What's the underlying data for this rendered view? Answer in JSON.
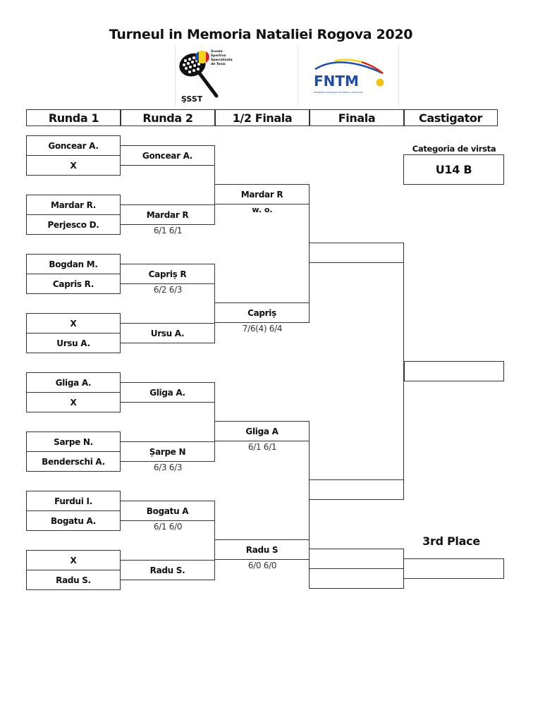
{
  "document": {
    "title": "Turneul in Memoria Nataliei Rogova 2020",
    "logos": {
      "left": {
        "name": "ssst-logo",
        "abbr": "ŞSST",
        "text_lines": [
          "Scoala",
          "Sportiva",
          "Specializata",
          "de Tenis"
        ],
        "flag_colors": [
          "#1f4fa3",
          "#f4d21f",
          "#cf2a27"
        ]
      },
      "right": {
        "name": "fntm-logo",
        "abbr": "FNTM",
        "subtitle": "FEDERAȚIA NAȚIONALĂ DE TENIS A MOLDOVEI",
        "brand_color": "#1f4fa3",
        "ball_color": "#f2c418"
      }
    },
    "columns": [
      "Runda 1",
      "Runda 2",
      "1/2 Finala",
      "Finala",
      "Castigator"
    ],
    "category": {
      "label": "Categoria de virsta",
      "value": "U14 B"
    },
    "third_place_label": "3rd Place"
  },
  "round1": [
    [
      "Goncear A.",
      "X"
    ],
    [
      "Mardar R.",
      "Perjesco D."
    ],
    [
      "Bogdan M.",
      "Capris R."
    ],
    [
      "X",
      "Ursu A."
    ],
    [
      "Gliga A.",
      "X"
    ],
    [
      "Sarpe N.",
      "Benderschi A."
    ],
    [
      "Furdui I.",
      "Bogatu A."
    ],
    [
      "X",
      "Radu S."
    ]
  ],
  "round2": [
    {
      "winner": "Goncear A.",
      "score": ""
    },
    {
      "winner": "Mardar R",
      "score": "6/1  6/1"
    },
    {
      "winner": "Capriș R",
      "score": "6/2  6/3"
    },
    {
      "winner": "Ursu A.",
      "score": ""
    },
    {
      "winner": "Gliga A.",
      "score": ""
    },
    {
      "winner": "Șarpe N",
      "score": "6/3  6/3"
    },
    {
      "winner": "Bogatu A",
      "score": "6/1  6/0"
    },
    {
      "winner": "Radu S.",
      "score": ""
    }
  ],
  "semifinal": [
    {
      "winner": "Mardar R",
      "score": "w. o."
    },
    {
      "winner": "Capriș",
      "score": "7/6(4)  6/4"
    },
    {
      "winner": "Gliga A",
      "score": "6/1  6/1"
    },
    {
      "winner": "Radu S",
      "score": "6/0  6/0"
    }
  ],
  "final": [
    {
      "winner": "",
      "score": ""
    },
    {
      "winner": "",
      "score": ""
    }
  ],
  "champion": {
    "winner": ""
  },
  "third_place": {
    "players": [
      "",
      ""
    ],
    "winner": ""
  }
}
